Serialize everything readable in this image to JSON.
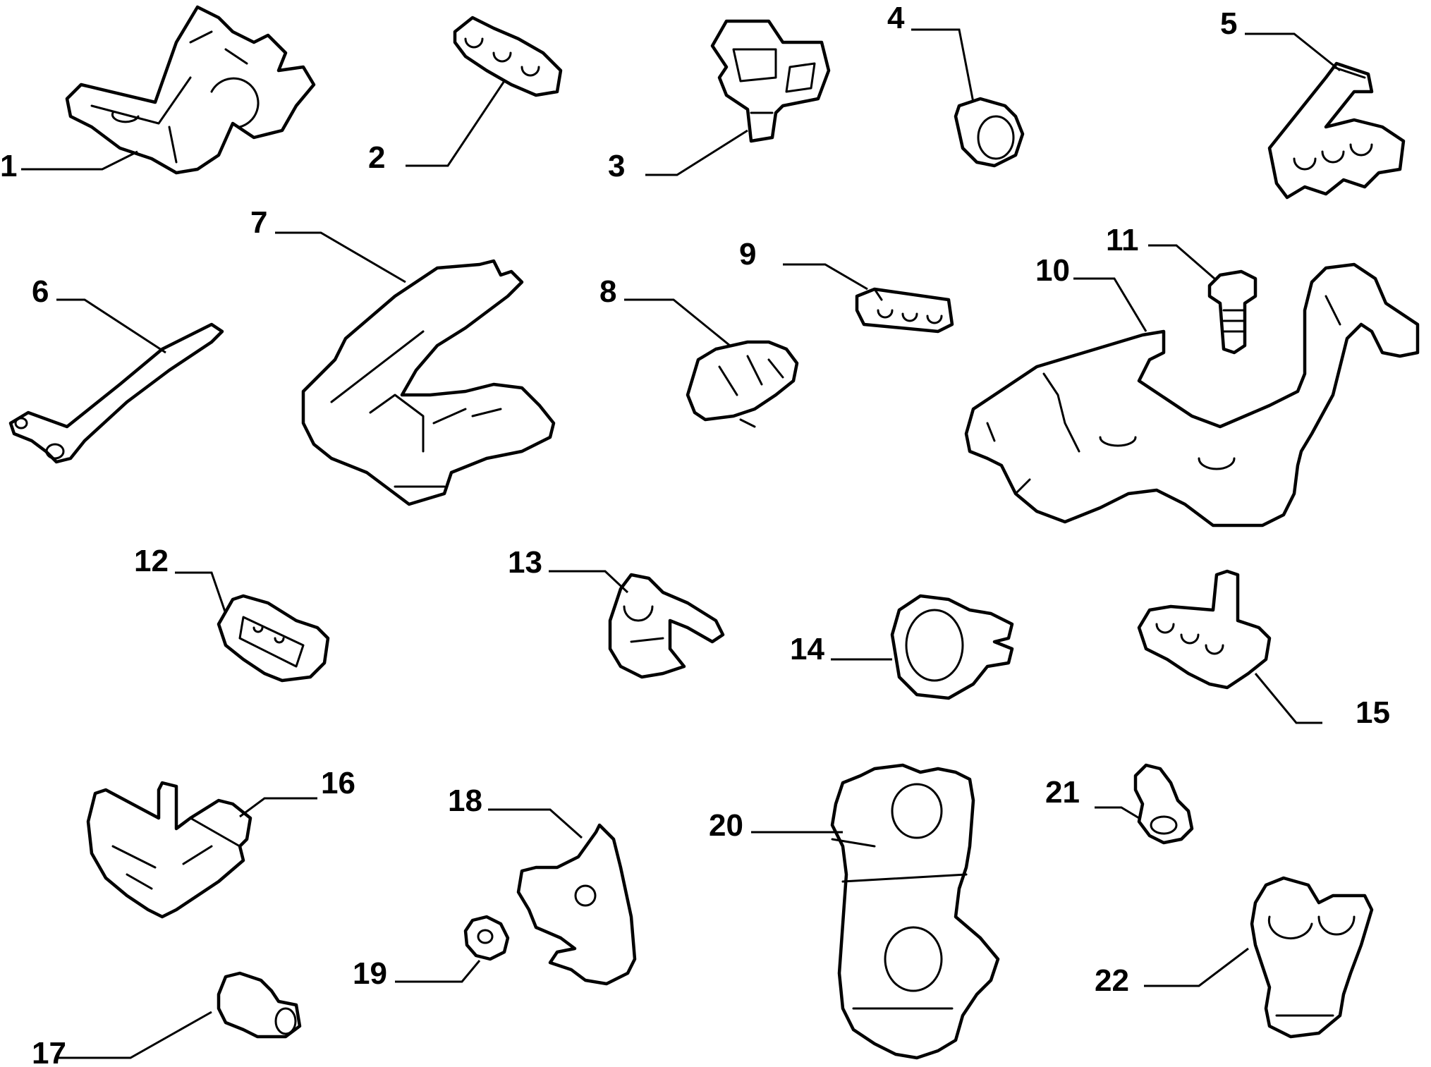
{
  "diagram": {
    "callouts": [
      {
        "id": "part-1",
        "label": "1"
      },
      {
        "id": "part-2",
        "label": "2"
      },
      {
        "id": "part-3",
        "label": "3"
      },
      {
        "id": "part-4",
        "label": "4"
      },
      {
        "id": "part-5",
        "label": "5"
      },
      {
        "id": "part-6",
        "label": "6"
      },
      {
        "id": "part-7",
        "label": "7"
      },
      {
        "id": "part-8",
        "label": "8"
      },
      {
        "id": "part-9",
        "label": "9"
      },
      {
        "id": "part-10",
        "label": "10"
      },
      {
        "id": "part-11",
        "label": "11"
      },
      {
        "id": "part-12",
        "label": "12"
      },
      {
        "id": "part-13",
        "label": "13"
      },
      {
        "id": "part-14",
        "label": "14"
      },
      {
        "id": "part-15",
        "label": "15"
      },
      {
        "id": "part-16",
        "label": "16"
      },
      {
        "id": "part-17",
        "label": "17"
      },
      {
        "id": "part-18",
        "label": "18"
      },
      {
        "id": "part-19",
        "label": "19"
      },
      {
        "id": "part-20",
        "label": "20"
      },
      {
        "id": "part-21",
        "label": "21"
      },
      {
        "id": "part-22",
        "label": "22"
      }
    ]
  }
}
